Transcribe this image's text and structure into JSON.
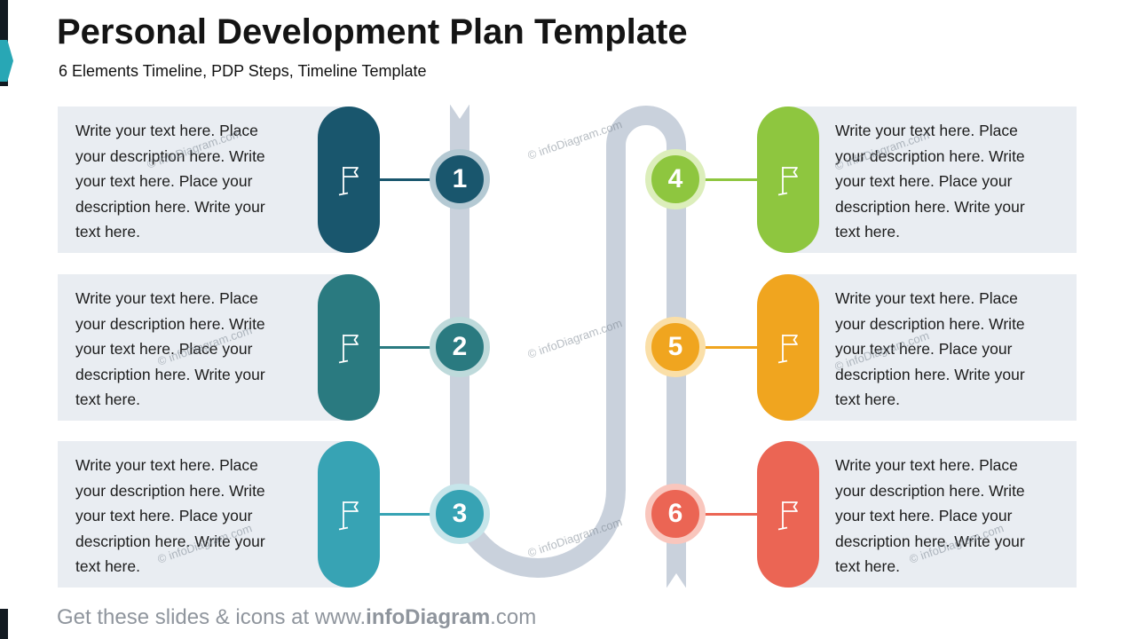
{
  "slide": {
    "title": "Personal Development Plan Template",
    "subtitle": "6 Elements Timeline, PDP Steps, Timeline Template"
  },
  "watermark": "© infoDiagram.com",
  "footer": {
    "prefix": "Get these slides & icons at www.",
    "brand": "infoDiagram",
    "suffix": ".com"
  },
  "colors": {
    "path": "#c9d1dc",
    "box_bg": "#e9edf2",
    "accent_marker": "#28a7b5",
    "edge_bar": "#121a21"
  },
  "items": [
    {
      "number": "1",
      "color": "#19566d",
      "ring": "#b4c9d3",
      "text": "Write your text here. Place\nyour description here. Write\nyour text here. Place your\ndescription here. Write your\ntext here."
    },
    {
      "number": "2",
      "color": "#2a7a80",
      "ring": "#bedadb",
      "text": "Write your text here. Place\nyour description here. Write\nyour text here. Place your\ndescription here. Write your\ntext here."
    },
    {
      "number": "3",
      "color": "#37a3b4",
      "ring": "#c6e5ea",
      "text": "Write your text here. Place\nyour description here. Write\nyour text here. Place your\ndescription here. Write your\ntext here."
    },
    {
      "number": "4",
      "color": "#8ec63f",
      "ring": "#dceebb",
      "text": "Write your text here. Place\nyour description here. Write\nyour text here. Place your\ndescription here. Write your\ntext here."
    },
    {
      "number": "5",
      "color": "#f0a51f",
      "ring": "#fadfa8",
      "text": "Write your text here. Place\nyour description here. Write\nyour text here. Place your\ndescription here. Write your\ntext here."
    },
    {
      "number": "6",
      "color": "#eb6554",
      "ring": "#f9c6bd",
      "text": "Write your text here. Place\nyour description here. Write\nyour text here. Place your\ndescription here. Write your\ntext here."
    }
  ]
}
